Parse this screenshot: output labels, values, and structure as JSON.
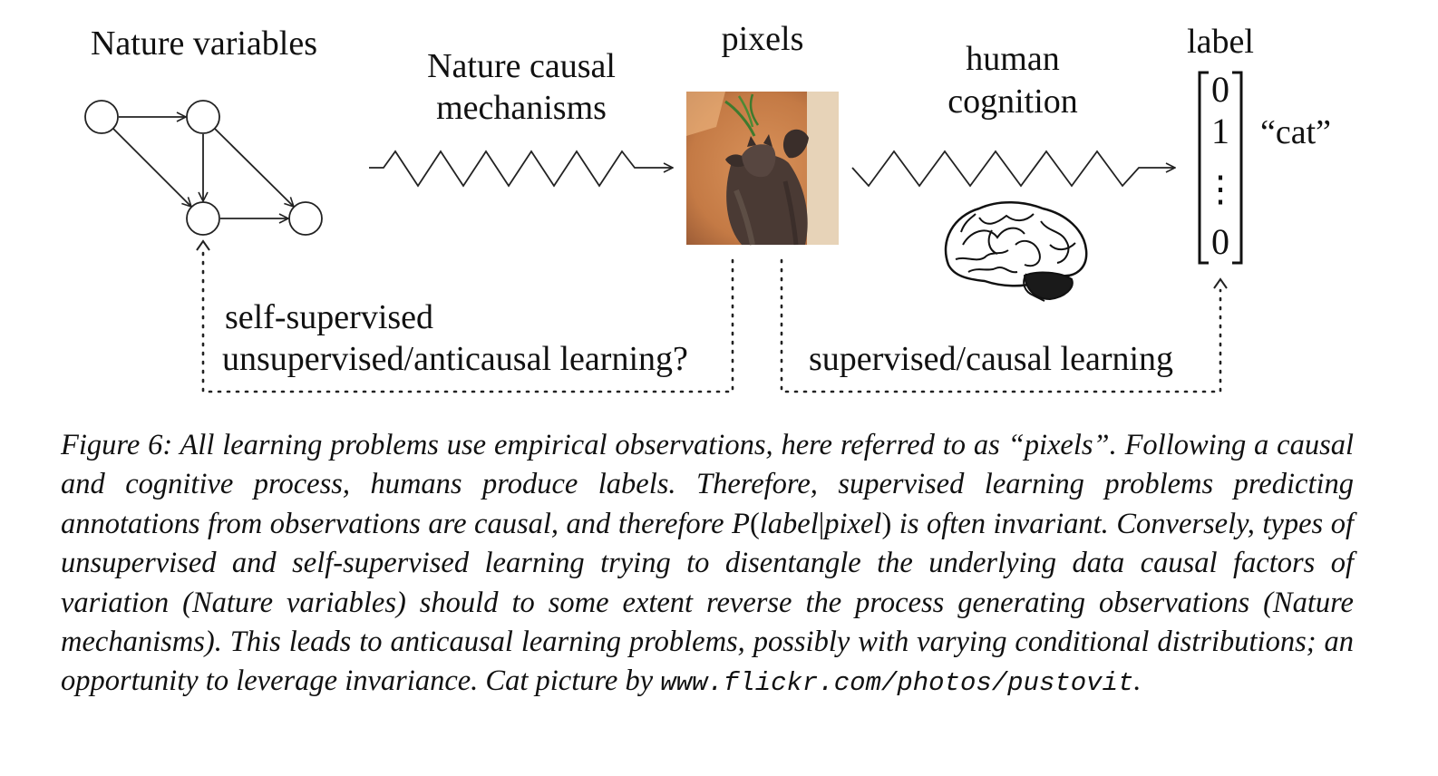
{
  "diagram": {
    "nature_variables_label": "Nature variables",
    "mechanism_label_line1": "Nature causal",
    "mechanism_label_line2": "mechanisms",
    "pixels_label": "pixels",
    "cognition_label_line1": "human",
    "cognition_label_line2": "cognition",
    "label_label": "label",
    "vector_entries": [
      "0",
      "1",
      "⋮",
      "0"
    ],
    "cat_label": "“cat”",
    "self_supervised_line1": "self-supervised",
    "self_supervised_line2": "unsupervised/anticausal learning?",
    "supervised_label": "supervised/causal learning",
    "image_icon": "cat-photo",
    "brain_icon": "brain-drawing"
  },
  "caption": {
    "lead": "Figure 6: All learning problems use empirical observations, here referred to as “pixels”. Following a causal and cognitive process, humans produce labels. Therefore, supervised learning problems predicting annotations from observations are causal, and therefore ",
    "formula_P": "P",
    "formula_open": "(",
    "formula_label": "label",
    "formula_bar": "|",
    "formula_pixel": "pixel",
    "formula_close": ")",
    "middle": " is often invariant. Conversely, types of unsupervised and self-supervised learning trying to disentangle the underlying data causal factors of variation (Nature variables) should to some extent reverse the process generating observations (Nature mechanisms). This leads to anticausal learning problems, possibly with varying conditional distributions; an opportunity to leverage invariance. Cat picture by ",
    "url": "www.flickr.com/photos/pustovit",
    "end": "."
  }
}
